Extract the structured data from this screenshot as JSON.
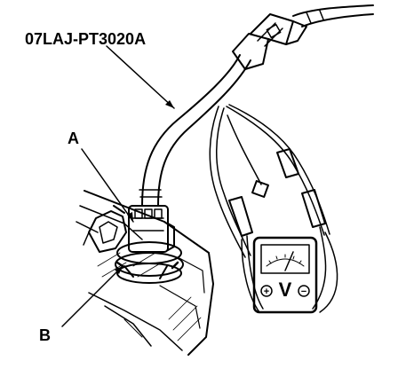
{
  "diagram": {
    "tool_label": "07LAJ-PT3020A",
    "callout_a": "A",
    "callout_b": "B",
    "meter": {
      "symbol": "V",
      "plus": "+",
      "minus": "−"
    }
  }
}
